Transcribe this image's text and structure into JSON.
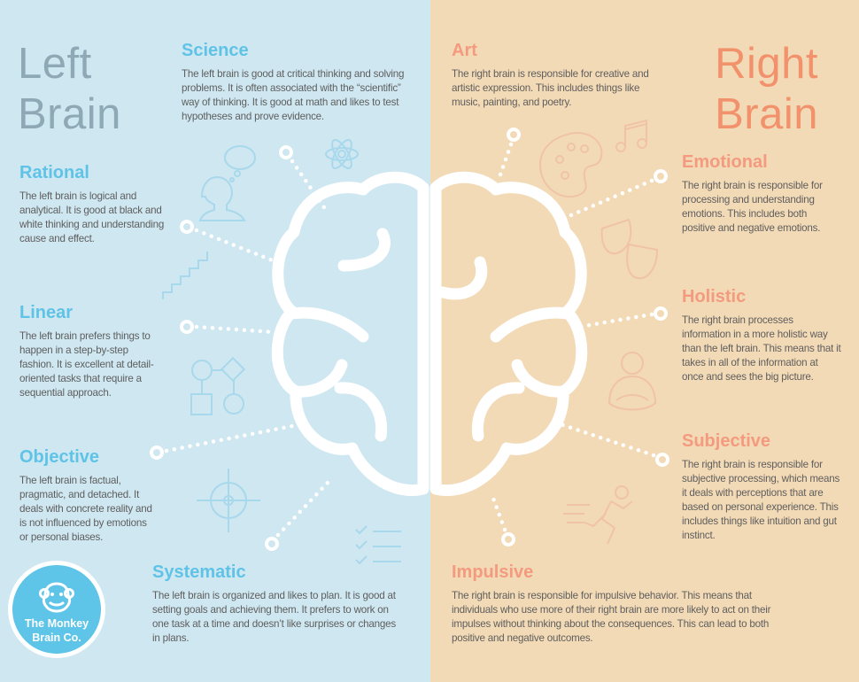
{
  "titles": {
    "left": "Left Brain",
    "right": "Right Brain"
  },
  "left_sections": [
    {
      "title": "Science",
      "text": "The left brain is good at critical thinking and solving problems. It is often associated with the “scientific” way of thinking. It is good at math and likes to test hypotheses and prove evidence."
    },
    {
      "title": "Rational",
      "text": "The left brain is logical and analytical. It is good at black and white thinking and understanding cause and effect."
    },
    {
      "title": "Linear",
      "text": "The left brain prefers things to happen in a step-by-step fashion. It is excellent at detail-oriented tasks that require a sequential approach."
    },
    {
      "title": "Objective",
      "text": "The left brain is factual, pragmatic, and detached. It deals with concrete reality and is not influenced by emotions or personal biases."
    },
    {
      "title": "Systematic",
      "text": "The left brain is organized and likes to plan. It is good at setting goals and achieving them. It prefers to work on one task at a time and doesn’t like surprises or changes in plans."
    }
  ],
  "right_sections": [
    {
      "title": "Art",
      "text": "The right brain is responsible for creative and artistic expression. This includes things like music, painting, and poetry."
    },
    {
      "title": "Emotional",
      "text": "The right brain is responsible for processing and understanding emotions. This includes both positive and negative emotions."
    },
    {
      "title": "Holistic",
      "text": "The right brain processes information in a more holistic way than the left brain. This means that it takes in all of the information at once and sees the big picture."
    },
    {
      "title": "Subjective",
      "text": "The right brain is responsible for subjective processing, which means it deals with perceptions that are based on personal experience. This includes things like intuition and gut instinct."
    },
    {
      "title": "Impulsive",
      "text": "The right brain is responsible for impulsive behavior. This means that individuals who use more of their right brain are more likely to act on their impulses without thinking about the consequences. This can lead to both positive and negative outcomes."
    }
  ],
  "logo": {
    "name": "The Monkey Brain Co.",
    "icon": "monkey-face-icon"
  },
  "colors": {
    "left_bg": "#cfe7f0",
    "right_bg": "#f3dab6",
    "blue": "#5fc3e7",
    "orange": "#f39a7f"
  }
}
